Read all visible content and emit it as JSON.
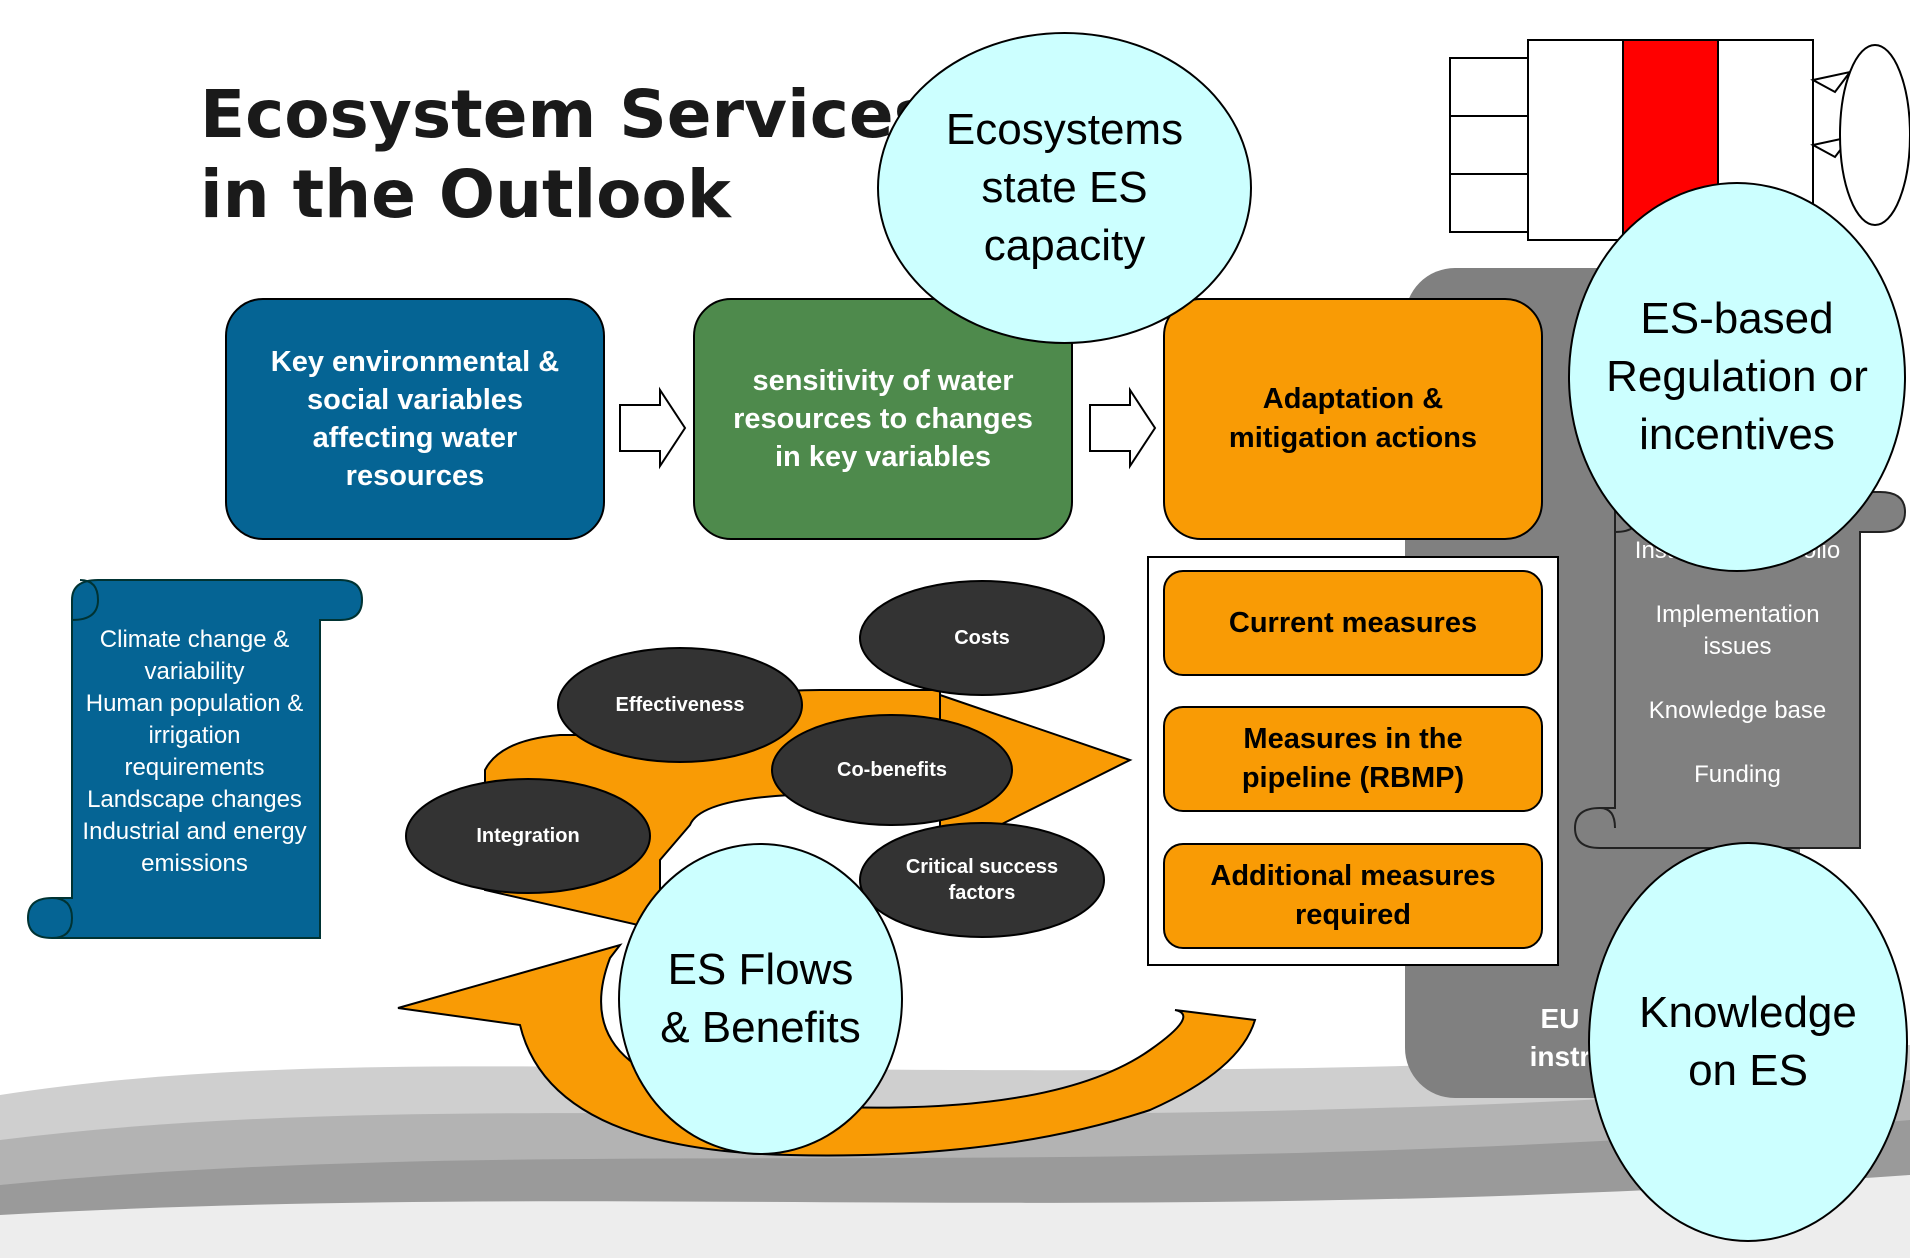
{
  "title": {
    "line1": "Ecosystem Services",
    "line2": "in the Outlook"
  },
  "flow_boxes": [
    {
      "text": "Key environmental & social variables affecting water resources",
      "color": "#056494"
    },
    {
      "text": "sensitivity of water resources to changes in key variables",
      "color": "#4e8a4c"
    },
    {
      "text": "Adaptation & mitigation actions",
      "color": "#f99b05"
    }
  ],
  "drivers_scroll": {
    "items": [
      "Climate change & variability",
      "Human population & irrigation requirements",
      "Landscape changes",
      "Industrial and energy emissions"
    ],
    "color": "#056494"
  },
  "measures": [
    "Current measures",
    "Measures in the pipeline (RBMP)",
    "Additional measures required"
  ],
  "criteria": [
    "Costs",
    "Effectiveness",
    "Co-benefits",
    "Integration",
    "Critical success factors"
  ],
  "eu_panel": {
    "label_line1": "EU",
    "label_line2": "instr",
    "color": "#808080"
  },
  "instrument_scroll": {
    "items": [
      "Instrument portfolio",
      "Implementation issues",
      "Knowledge base",
      "Funding"
    ]
  },
  "es_circles": [
    {
      "text": "Ecosystems state ES capacity"
    },
    {
      "text": "ES-based Regulation or incentives"
    },
    {
      "text": "ES Flows & Benefits"
    },
    {
      "text": "Knowledge on ES"
    }
  ],
  "colors": {
    "accent_orange": "#f99b05",
    "circle_fill": "#ccffff",
    "ellipse_fill": "#333333",
    "highlight_red": "#ff0000"
  }
}
